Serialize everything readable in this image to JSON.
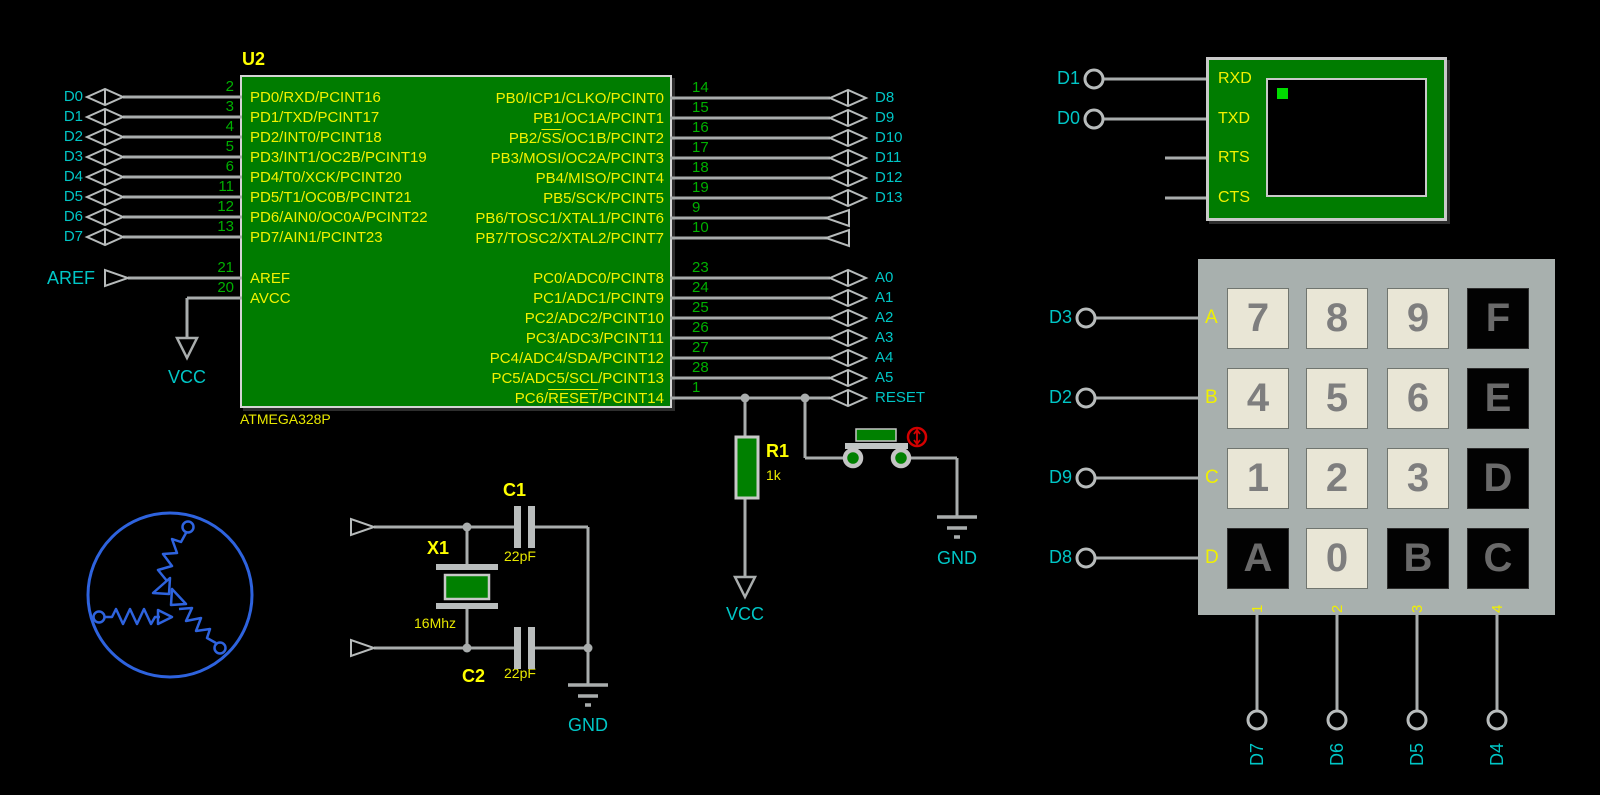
{
  "mcu": {
    "ref": "U2",
    "part": "ATMEGA328P",
    "left_pins": [
      {
        "num": "2",
        "name": "PD0/RXD/PCINT16",
        "net": "D0"
      },
      {
        "num": "3",
        "name": "PD1/TXD/PCINT17",
        "net": "D1"
      },
      {
        "num": "4",
        "name": "PD2/INT0/PCINT18",
        "net": "D2"
      },
      {
        "num": "5",
        "name": "PD3/INT1/OC2B/PCINT19",
        "net": "D3"
      },
      {
        "num": "6",
        "name": "PD4/T0/XCK/PCINT20",
        "net": "D4"
      },
      {
        "num": "11",
        "name": "PD5/T1/OC0B/PCINT21",
        "net": "D5"
      },
      {
        "num": "12",
        "name": "PD6/AIN0/OC0A/PCINT22",
        "net": "D6"
      },
      {
        "num": "13",
        "name": "PD7/AIN1/PCINT23",
        "net": "D7"
      }
    ],
    "aref_pin": {
      "num": "21",
      "name": "AREF",
      "net": "AREF"
    },
    "avcc_pin": {
      "num": "20",
      "name": "AVCC",
      "rail": "VCC"
    },
    "pb_pins": [
      {
        "num": "14",
        "name": "PB0/ICP1/CLKO/PCINT0",
        "net": "D8"
      },
      {
        "num": "15",
        "name": "PB1/OC1A/PCINT1",
        "net": "D9"
      },
      {
        "num": "16",
        "pre": "PB2/",
        "ov": "SS",
        "post": "/OC1B/PCINT2",
        "net": "D10"
      },
      {
        "num": "17",
        "name": "PB3/MOSI/OC2A/PCINT3",
        "net": "D11"
      },
      {
        "num": "18",
        "name": "PB4/MISO/PCINT4",
        "net": "D12"
      },
      {
        "num": "19",
        "name": "PB5/SCK/PCINT5",
        "net": "D13"
      },
      {
        "num": "9",
        "name": "PB6/TOSC1/XTAL1/PCINT6"
      },
      {
        "num": "10",
        "name": "PB7/TOSC2/XTAL2/PCINT7"
      }
    ],
    "pc_pins": [
      {
        "num": "23",
        "name": "PC0/ADC0/PCINT8",
        "net": "A0"
      },
      {
        "num": "24",
        "name": "PC1/ADC1/PCINT9",
        "net": "A1"
      },
      {
        "num": "25",
        "name": "PC2/ADC2/PCINT10",
        "net": "A2"
      },
      {
        "num": "26",
        "name": "PC3/ADC3/PCINT11",
        "net": "A3"
      },
      {
        "num": "27",
        "name": "PC4/ADC4/SDA/PCINT12",
        "net": "A4"
      },
      {
        "num": "28",
        "name": "PC5/ADC5/SCL/PCINT13",
        "net": "A5"
      },
      {
        "num": "1",
        "pre": "PC6/",
        "ov": "RESET",
        "post": "/PCINT14",
        "net": "RESET"
      }
    ]
  },
  "reset_circuit": {
    "resistor_ref": "R1",
    "resistor_value": "1k",
    "vcc_label": "VCC",
    "gnd_label": "GND"
  },
  "clock_circuit": {
    "crystal_ref": "X1",
    "crystal_value": "16Mhz",
    "c1_ref": "C1",
    "c1_value": "22pF",
    "c2_ref": "C2",
    "c2_value": "22pF",
    "gnd_label": "GND"
  },
  "avcc_circuit": {
    "vcc_label": "VCC"
  },
  "terminal": {
    "pins": [
      "RXD",
      "TXD",
      "RTS",
      "CTS"
    ],
    "net_rxd": "D1",
    "net_txd": "D0"
  },
  "keypad": {
    "row_labels": [
      "A",
      "B",
      "C",
      "D"
    ],
    "col_labels": [
      "1",
      "2",
      "3",
      "4"
    ],
    "row_nets": [
      "D3",
      "D2",
      "D9",
      "D8"
    ],
    "col_nets": [
      "D7",
      "D6",
      "D5",
      "D4"
    ],
    "keys": [
      [
        "7",
        "8",
        "9",
        "F"
      ],
      [
        "4",
        "5",
        "6",
        "E"
      ],
      [
        "1",
        "2",
        "3",
        "D"
      ],
      [
        "A",
        "0",
        "B",
        "C"
      ]
    ]
  },
  "colors": {
    "background": "#000000",
    "component_green": "#007C00",
    "label_yellow": "#F2F200",
    "ref_yellow": "#FFFF00",
    "net_cyan": "#00C6C6",
    "pin_number_green": "#00B000",
    "wire_gray": "#A9ADAD",
    "keypad_gray": "#A8B0AE",
    "key_cream": "#E9E6D6",
    "motor_blue": "#2E63DE",
    "actuator_red": "#D40000",
    "cursor_green": "#00DC00"
  }
}
